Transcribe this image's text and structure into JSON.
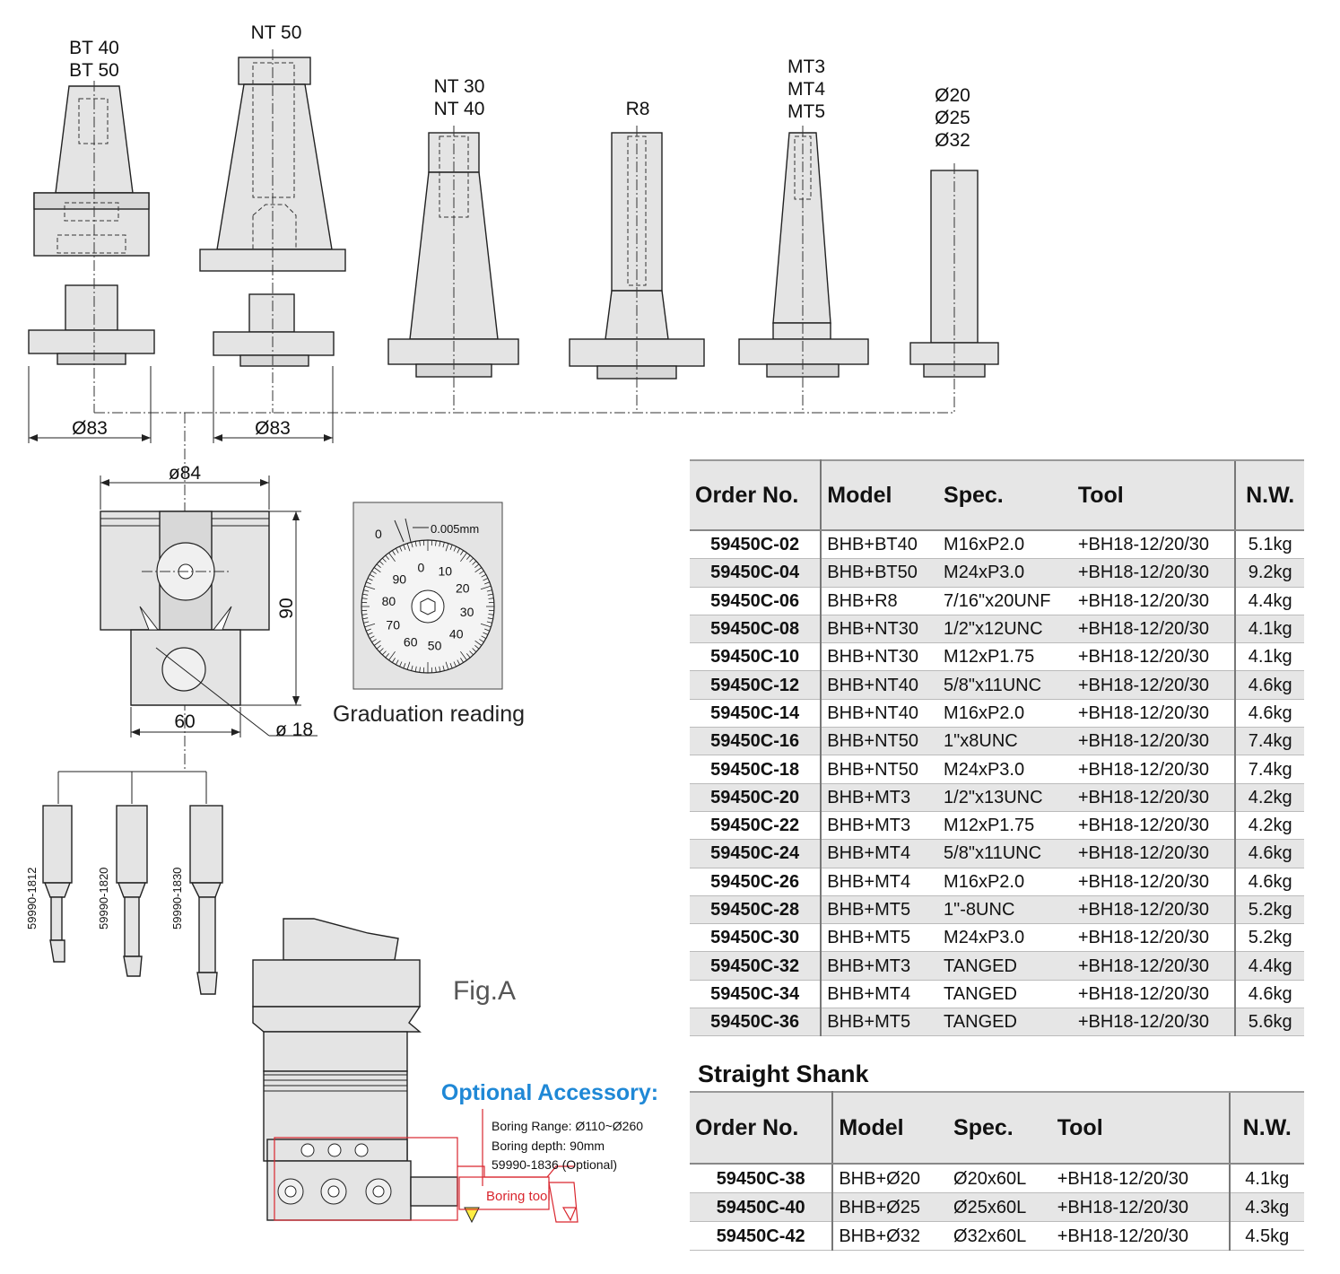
{
  "labels": {
    "bt": [
      "BT 40",
      "BT 50"
    ],
    "nt50": "NT 50",
    "nt3040": [
      "NT 30",
      "NT 40"
    ],
    "r8": "R8",
    "mt": [
      "MT3",
      "MT4",
      "MT5"
    ],
    "straight": [
      "Ø20",
      "Ø25",
      "Ø32"
    ],
    "dia83a": "Ø83",
    "dia83b": "Ø83",
    "dia84": "ø84",
    "dim90": "90",
    "dim60": "60",
    "dia18": "ø 18",
    "graduation_title": "Graduation reading",
    "grad_step": "0.005mm",
    "grad_zero": "0",
    "grad_numbers": [
      "0",
      "10",
      "20",
      "30",
      "40",
      "50",
      "60",
      "70",
      "80",
      "90"
    ],
    "tools": [
      "59990-1812",
      "59990-1820",
      "59990-1830"
    ],
    "fig": "Fig.A",
    "optional_accessory": "Optional Accessory:",
    "boring_range": "Boring Range: Ø110~Ø260",
    "boring_depth": "Boring depth: 90mm",
    "boring_part": "59990-1836 (Optional)",
    "boring_tool": "Boring tool"
  },
  "table1": {
    "headers": [
      "Order No.",
      "Model",
      "Spec.",
      "Tool",
      "N.W."
    ],
    "rows": [
      [
        "59450C-02",
        "BHB+BT40",
        "M16xP2.0",
        "+BH18-12/20/30",
        "5.1kg"
      ],
      [
        "59450C-04",
        "BHB+BT50",
        "M24xP3.0",
        "+BH18-12/20/30",
        "9.2kg"
      ],
      [
        "59450C-06",
        "BHB+R8",
        "7/16\"x20UNF",
        "+BH18-12/20/30",
        "4.4kg"
      ],
      [
        "59450C-08",
        "BHB+NT30",
        "1/2\"x12UNC",
        "+BH18-12/20/30",
        "4.1kg"
      ],
      [
        "59450C-10",
        "BHB+NT30",
        "M12xP1.75",
        "+BH18-12/20/30",
        "4.1kg"
      ],
      [
        "59450C-12",
        "BHB+NT40",
        "5/8\"x11UNC",
        "+BH18-12/20/30",
        "4.6kg"
      ],
      [
        "59450C-14",
        "BHB+NT40",
        "M16xP2.0",
        "+BH18-12/20/30",
        "4.6kg"
      ],
      [
        "59450C-16",
        "BHB+NT50",
        "1\"x8UNC",
        "+BH18-12/20/30",
        "7.4kg"
      ],
      [
        "59450C-18",
        "BHB+NT50",
        "M24xP3.0",
        "+BH18-12/20/30",
        "7.4kg"
      ],
      [
        "59450C-20",
        "BHB+MT3",
        "1/2\"x13UNC",
        "+BH18-12/20/30",
        "4.2kg"
      ],
      [
        "59450C-22",
        "BHB+MT3",
        "M12xP1.75",
        "+BH18-12/20/30",
        "4.2kg"
      ],
      [
        "59450C-24",
        "BHB+MT4",
        "5/8\"x11UNC",
        "+BH18-12/20/30",
        "4.6kg"
      ],
      [
        "59450C-26",
        "BHB+MT4",
        "M16xP2.0",
        "+BH18-12/20/30",
        "4.6kg"
      ],
      [
        "59450C-28",
        "BHB+MT5",
        "1\"-8UNC",
        "+BH18-12/20/30",
        "5.2kg"
      ],
      [
        "59450C-30",
        "BHB+MT5",
        "M24xP3.0",
        "+BH18-12/20/30",
        "5.2kg"
      ],
      [
        "59450C-32",
        "BHB+MT3",
        "TANGED",
        "+BH18-12/20/30",
        "4.4kg"
      ],
      [
        "59450C-34",
        "BHB+MT4",
        "TANGED",
        "+BH18-12/20/30",
        "4.6kg"
      ],
      [
        "59450C-36",
        "BHB+MT5",
        "TANGED",
        "+BH18-12/20/30",
        "5.6kg"
      ]
    ]
  },
  "table2": {
    "title": "Straight Shank",
    "headers": [
      "Order No.",
      "Model",
      "Spec.",
      "Tool",
      "N.W."
    ],
    "rows": [
      [
        "59450C-38",
        "BHB+Ø20",
        "Ø20x60L",
        "+BH18-12/20/30",
        "4.1kg"
      ],
      [
        "59450C-40",
        "BHB+Ø25",
        "Ø25x60L",
        "+BH18-12/20/30",
        "4.3kg"
      ],
      [
        "59450C-42",
        "BHB+Ø32",
        "Ø32x60L",
        "+BH18-12/20/30",
        "4.5kg"
      ]
    ]
  }
}
